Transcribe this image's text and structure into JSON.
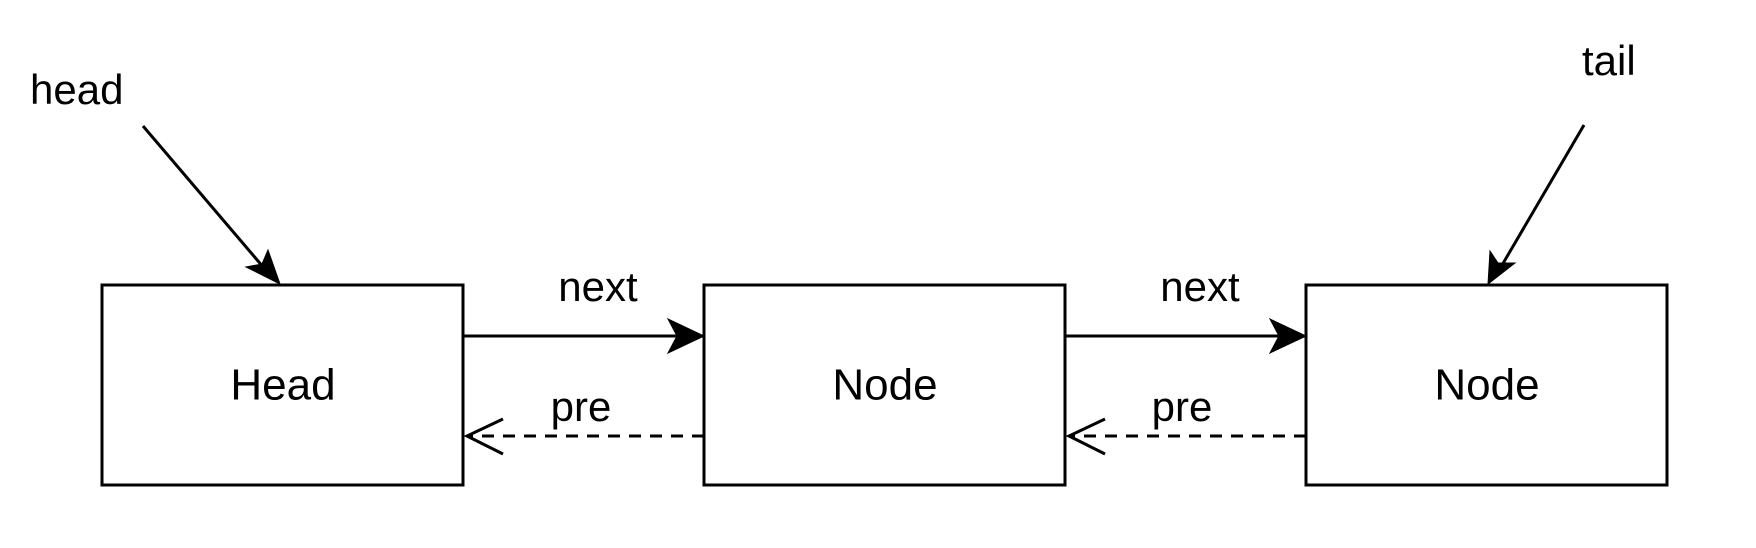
{
  "diagram": {
    "pointers": {
      "head": "head",
      "tail": "tail"
    },
    "nodes": [
      "Head",
      "Node",
      "Node"
    ],
    "edges": {
      "next_1": "next",
      "next_2": "next",
      "pre_1": "pre",
      "pre_2": "pre"
    }
  }
}
